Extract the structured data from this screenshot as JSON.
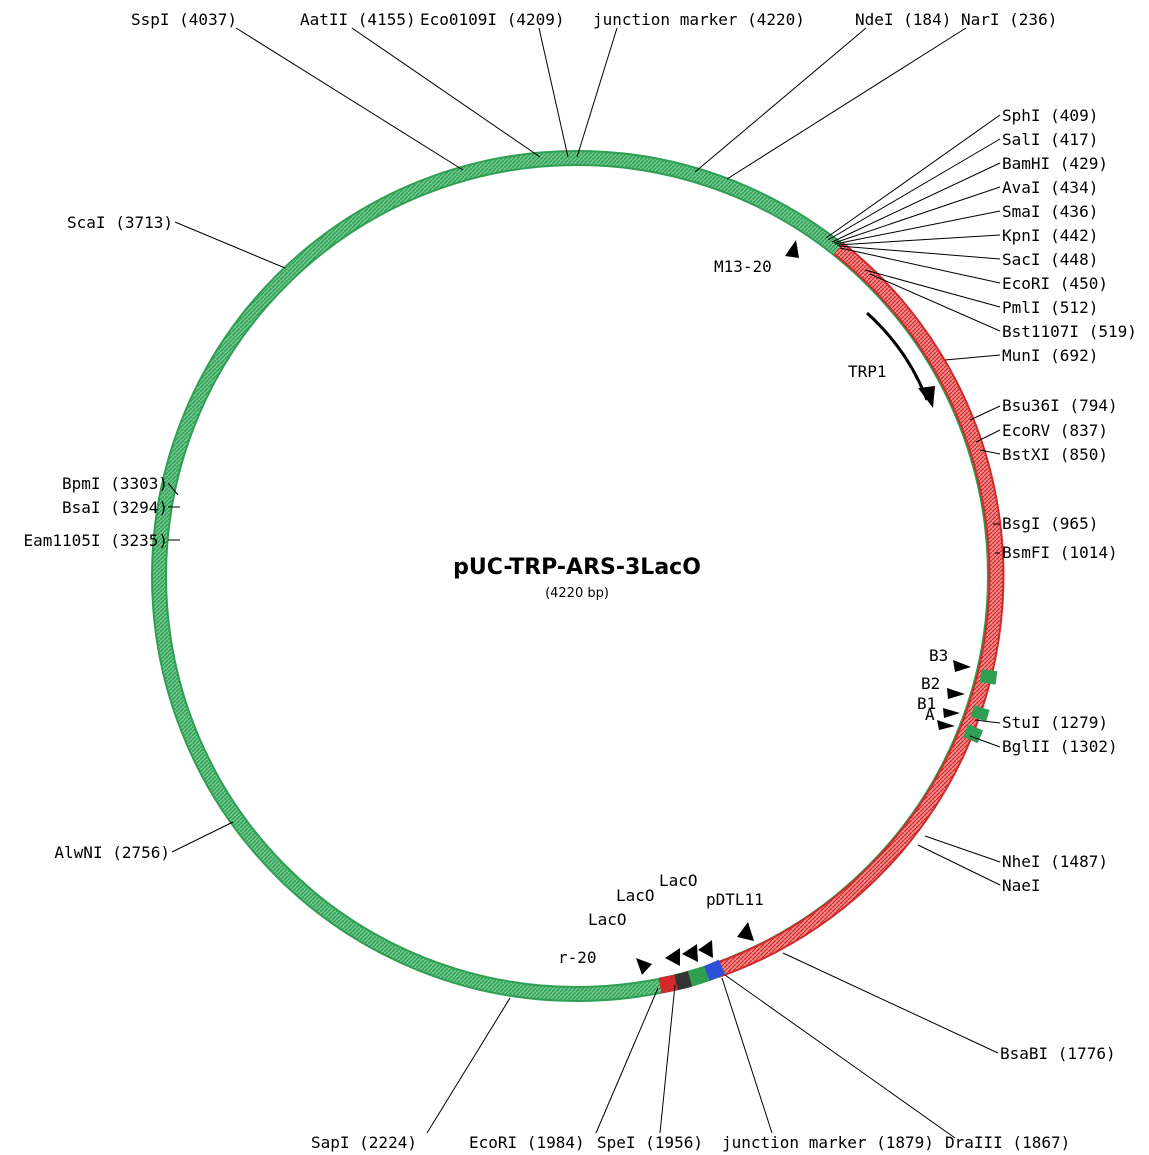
{
  "plasmid": {
    "name": "pUC-TRP-ARS-3LacO",
    "size": "(4220 bp)"
  },
  "colors": {
    "backbone": "#2e9f52",
    "insert": "#e0393a",
    "junction": "#2e4fd8",
    "arrow": "#000000"
  },
  "restriction_sites": [
    {
      "id": "sspi",
      "label": "SspI (4037)"
    },
    {
      "id": "aatii",
      "label": "AatII (4155)"
    },
    {
      "id": "eco0109i",
      "label": "Eco0109I (4209)"
    },
    {
      "id": "junction-top",
      "label": "junction marker (4220)"
    },
    {
      "id": "ndei",
      "label": "NdeI (184)"
    },
    {
      "id": "nari",
      "label": "NarI (236)"
    },
    {
      "id": "sphi",
      "label": "SphI (409)"
    },
    {
      "id": "sali",
      "label": "SalI (417)"
    },
    {
      "id": "bamhi",
      "label": "BamHI (429)"
    },
    {
      "id": "avai",
      "label": "AvaI (434)"
    },
    {
      "id": "smai",
      "label": "SmaI (436)"
    },
    {
      "id": "kpni",
      "label": "KpnI (442)"
    },
    {
      "id": "saci",
      "label": "SacI (448)"
    },
    {
      "id": "ecori-450",
      "label": "EcoRI (450)"
    },
    {
      "id": "pmli",
      "label": "PmlI (512)"
    },
    {
      "id": "bst1107i",
      "label": "Bst1107I (519)"
    },
    {
      "id": "muni",
      "label": "MunI (692)"
    },
    {
      "id": "bsu36i",
      "label": "Bsu36I (794)"
    },
    {
      "id": "ecorv",
      "label": "EcoRV (837)"
    },
    {
      "id": "bstxi",
      "label": "BstXI (850)"
    },
    {
      "id": "bsgi",
      "label": "BsgI (965)"
    },
    {
      "id": "bsmfi",
      "label": "BsmFI (1014)"
    },
    {
      "id": "stui",
      "label": "StuI (1279)"
    },
    {
      "id": "bglii",
      "label": "BglII (1302)"
    },
    {
      "id": "nhei",
      "label": "NheI (1487)"
    },
    {
      "id": "naei",
      "label": "NaeI"
    },
    {
      "id": "bsabi",
      "label": "BsaBI (1776)"
    },
    {
      "id": "draiii",
      "label": "DraIII (1867)"
    },
    {
      "id": "junction-bottom",
      "label": "junction marker (1879)"
    },
    {
      "id": "spei",
      "label": "SpeI (1956)"
    },
    {
      "id": "ecori-1984",
      "label": "EcoRI (1984)"
    },
    {
      "id": "sapi",
      "label": "SapI (2224)"
    },
    {
      "id": "alwni",
      "label": "AlwNI (2756)"
    },
    {
      "id": "eam1105i",
      "label": "Eam1105I (3235)"
    },
    {
      "id": "bsai",
      "label": "BsaI (3294)"
    },
    {
      "id": "bpmi",
      "label": "BpmI (3303)"
    },
    {
      "id": "scai",
      "label": "ScaI (3713)"
    }
  ],
  "features": [
    {
      "id": "m13-20",
      "label": "M13-20"
    },
    {
      "id": "trp1",
      "label": "TRP1"
    },
    {
      "id": "b3",
      "label": "B3"
    },
    {
      "id": "b2",
      "label": "B2"
    },
    {
      "id": "b1",
      "label": "B1"
    },
    {
      "id": "a",
      "label": "A"
    },
    {
      "id": "pdtl11",
      "label": "pDTL11"
    },
    {
      "id": "laco-1",
      "label": "LacO"
    },
    {
      "id": "laco-2",
      "label": "LacO"
    },
    {
      "id": "laco-3",
      "label": "LacO"
    },
    {
      "id": "r-20",
      "label": "r-20"
    }
  ]
}
